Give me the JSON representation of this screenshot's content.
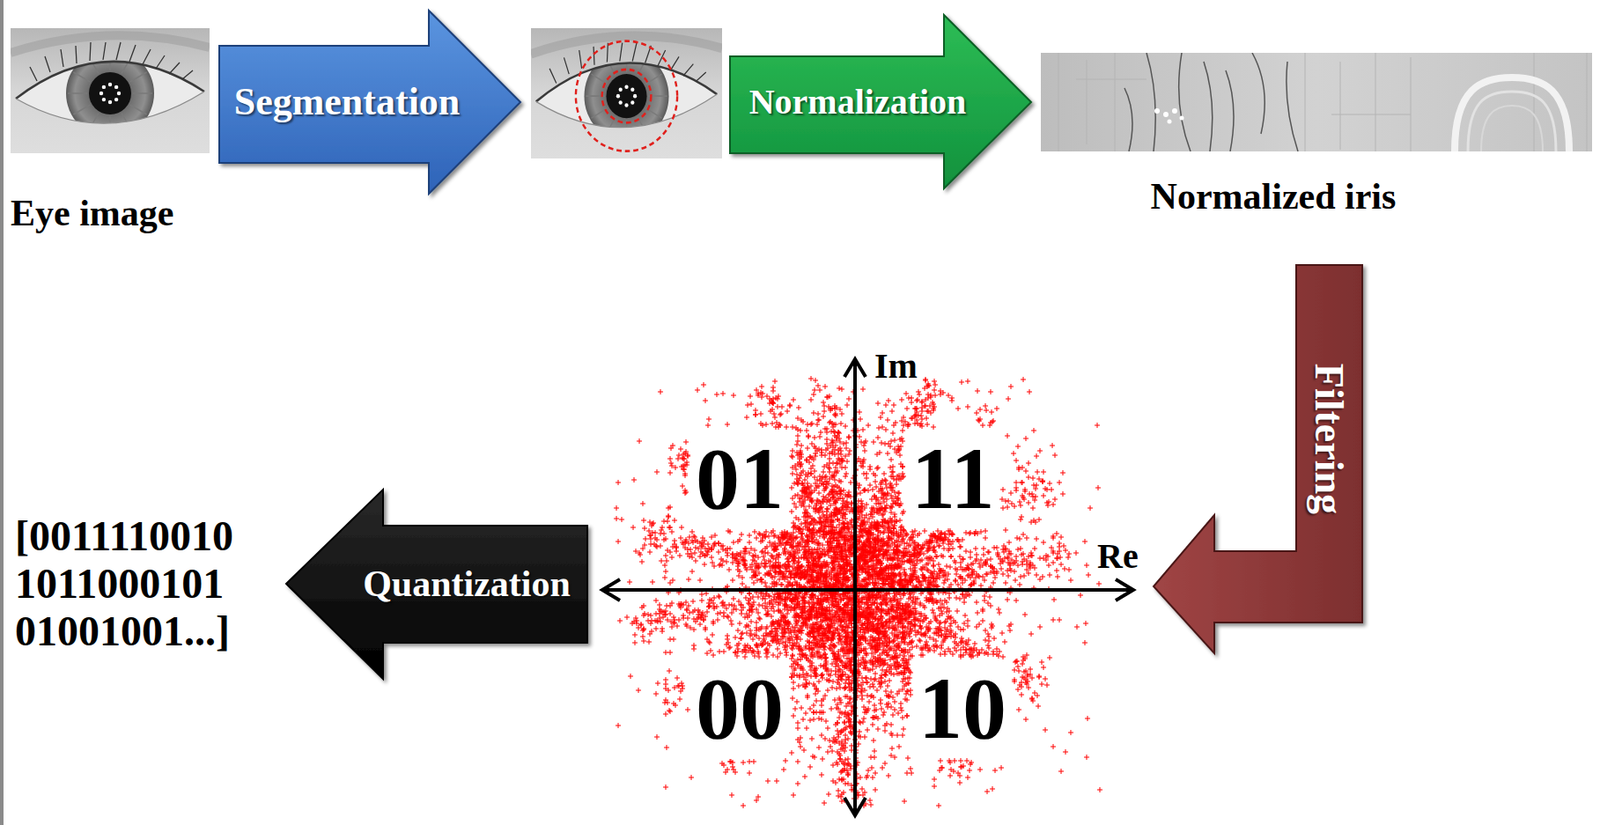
{
  "diagram": {
    "nodes": [
      {
        "text": [
          "Eye image"
        ]
      },
      {
        "text": [
          "Segmentation"
        ]
      },
      {
        "text": [
          "Normalization"
        ]
      },
      {
        "text": [
          "Normalized iris"
        ]
      },
      {
        "text": [
          "Filtering"
        ]
      },
      {
        "text": [
          "Quantization"
        ]
      }
    ],
    "labels": [
      "Im",
      "Re",
      "01",
      "11",
      "00",
      "10",
      "[0011110010 1011000101 01001001...]"
    ]
  }
}
